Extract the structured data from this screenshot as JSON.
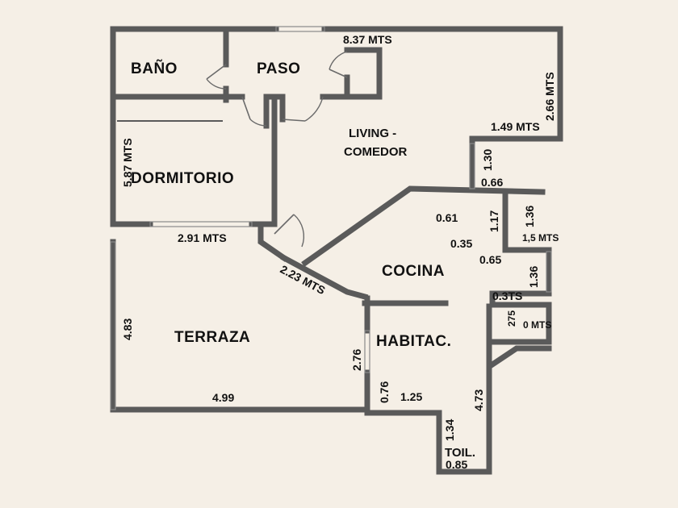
{
  "rooms": {
    "bano": "BAÑO",
    "paso": "PASO",
    "living_line1": "LIVING -",
    "living_line2": "COMEDOR",
    "dormitorio": "DORMITORIO",
    "cocina": "COCINA",
    "terraza": "TERRAZA",
    "habitac": "HABITAC.",
    "toil": "TOIL."
  },
  "dimensions": {
    "top_width": "8.37 MTS",
    "right_height": "2.66 MTS",
    "right_step": "1.49 MTS",
    "dormitorio_height": "5.87 MTS",
    "dormitorio_width": "2.91 MTS",
    "diagonal": "2.23 MTS",
    "terraza_height": "4.83",
    "terraza_width": "4.99",
    "habitac_wall": "2.76",
    "niche_height": "1.30",
    "niche_width": "0.66",
    "cocina_a": "0.61",
    "cocina_b": "1.17",
    "cocina_c": "1.36",
    "cocina_d": "1,5 MTS",
    "cocina_e": "0.35",
    "cocina_f": "0.65",
    "cocina_g": "1.36",
    "cocina_h": "0.3TS",
    "cocina_i": "275",
    "cocina_j": "0 MTS",
    "habitac_a": "0.76",
    "habitac_b": "1.25",
    "habitac_c": "4.73",
    "toil_height": "1.34",
    "toil_width": "0.85"
  }
}
